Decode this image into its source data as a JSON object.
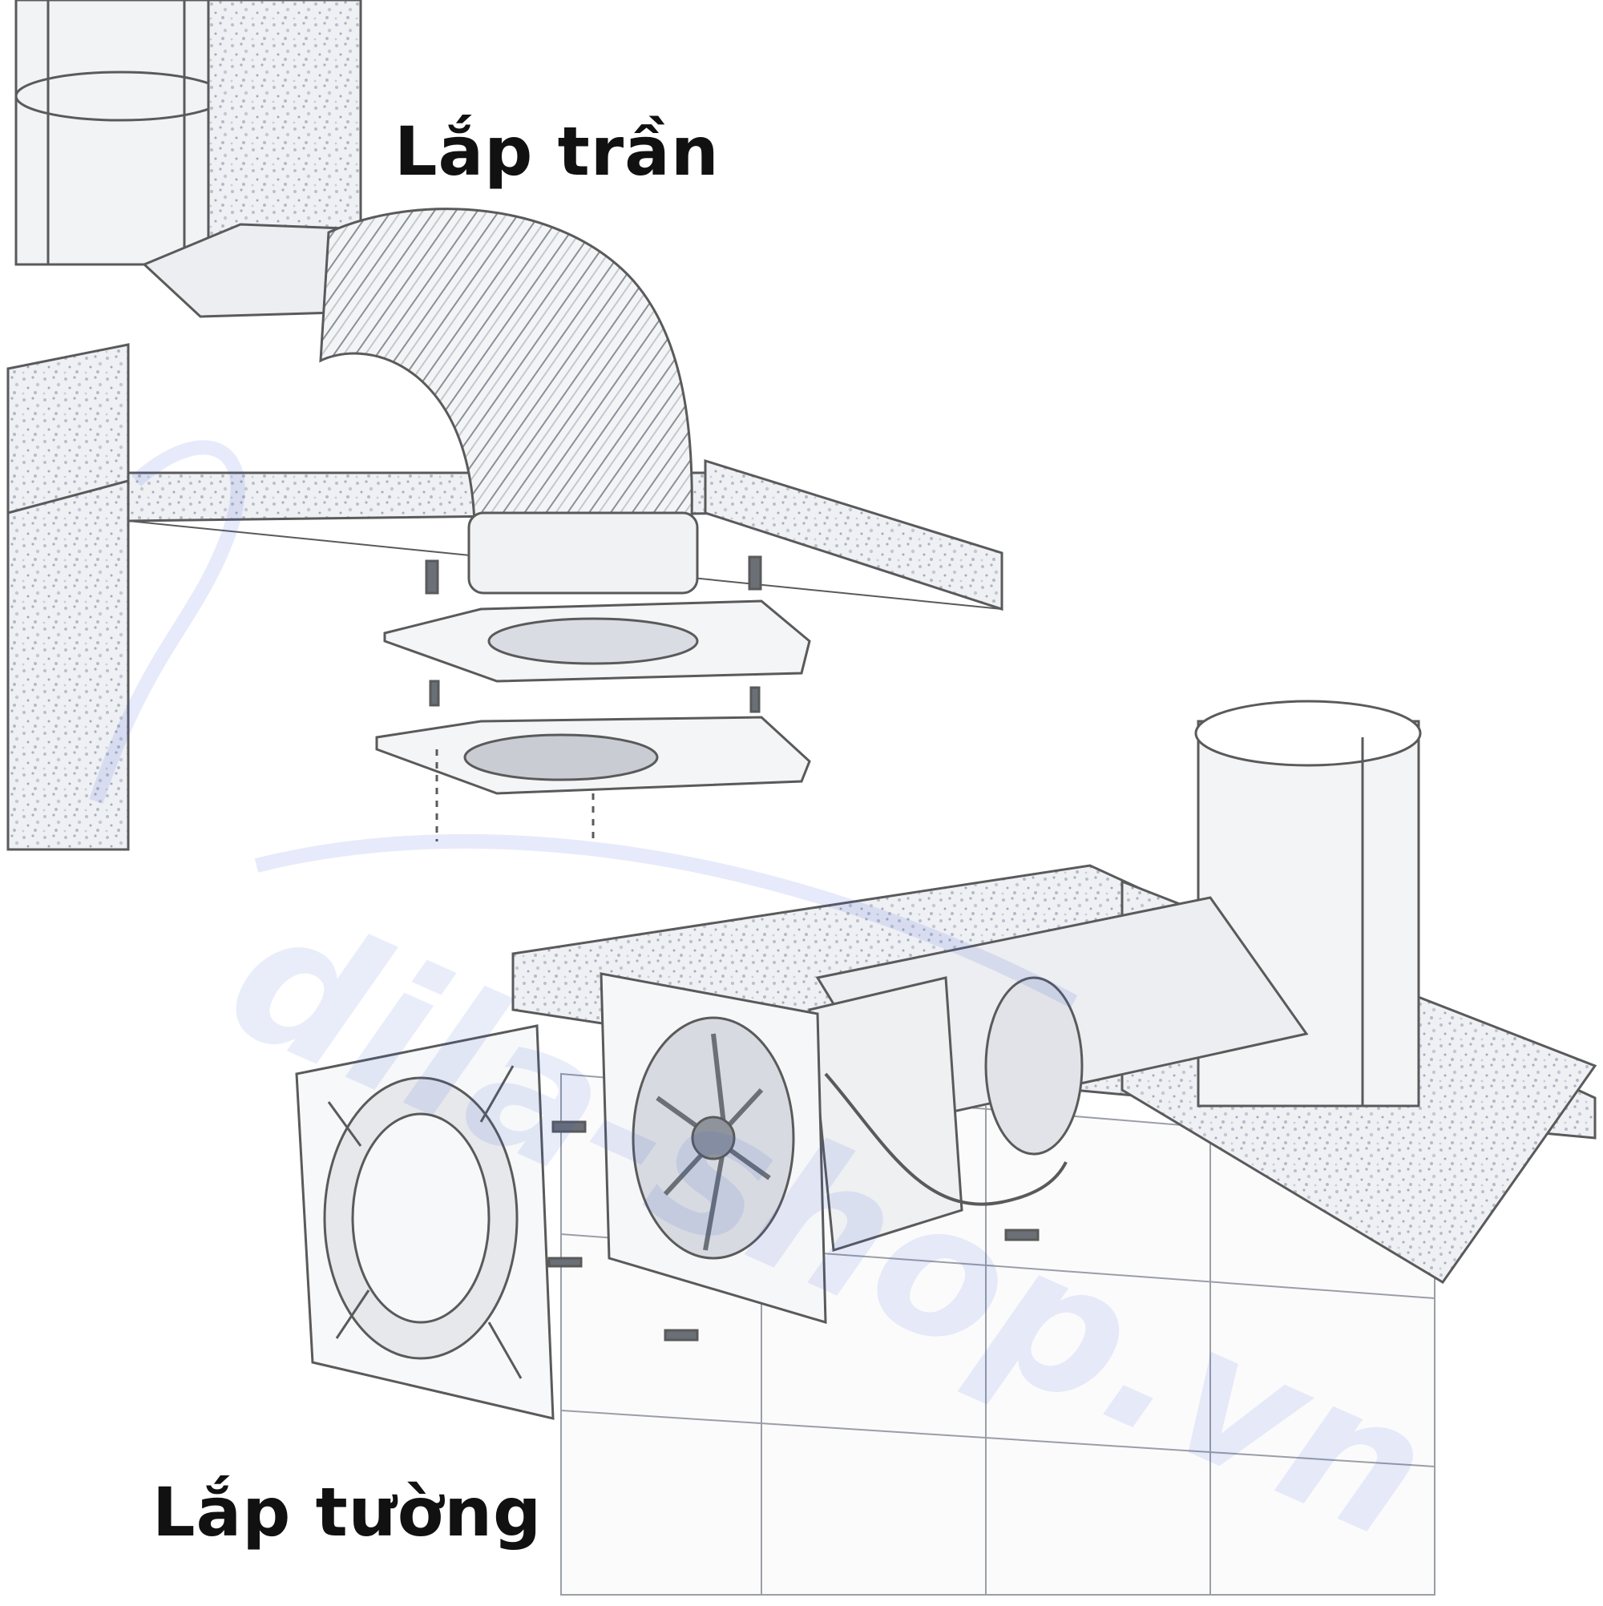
{
  "labels": {
    "ceiling_mount": "Lắp trần",
    "wall_mount": "Lắp tường"
  },
  "watermark": "dila-shop.vn",
  "colors": {
    "line": "#5a5a5a",
    "speckle": "#c7ccd6",
    "watermark": "#2f55d8",
    "text": "#111111"
  }
}
